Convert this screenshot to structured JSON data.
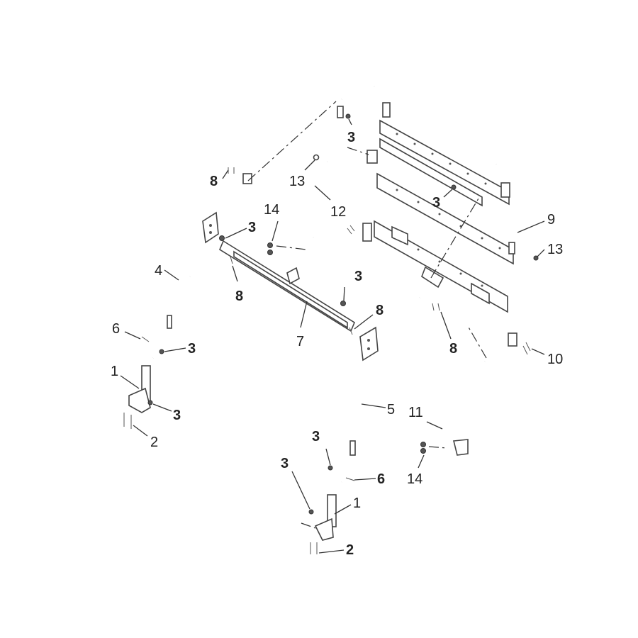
{
  "callouts": {
    "c1_left": "1",
    "c1_bottom": "1",
    "c2_left": "2",
    "c2_bottom": "2",
    "c3_top": "3",
    "c3_rear_upper": "3",
    "c3_bar_left": "3",
    "c3_center": "3",
    "c3_left_lower": "3",
    "c3_left_foot": "3",
    "c3_right_leg": "3",
    "c3_bottom_foot": "3",
    "c4": "4",
    "c5": "5",
    "c6_left": "6",
    "c6_right": "6",
    "c7": "7",
    "c8_top": "8",
    "c8_bar": "8",
    "c8_center": "8",
    "c8_right": "8",
    "c9": "9",
    "c10": "10",
    "c11": "11",
    "c12": "12",
    "c13_top": "13",
    "c13_right": "13",
    "c14_left": "14",
    "c14_bottom": "14"
  },
  "colors": {
    "line": "#444444",
    "hardware": "#555555",
    "text": "#222222",
    "background": "#ffffff"
  }
}
